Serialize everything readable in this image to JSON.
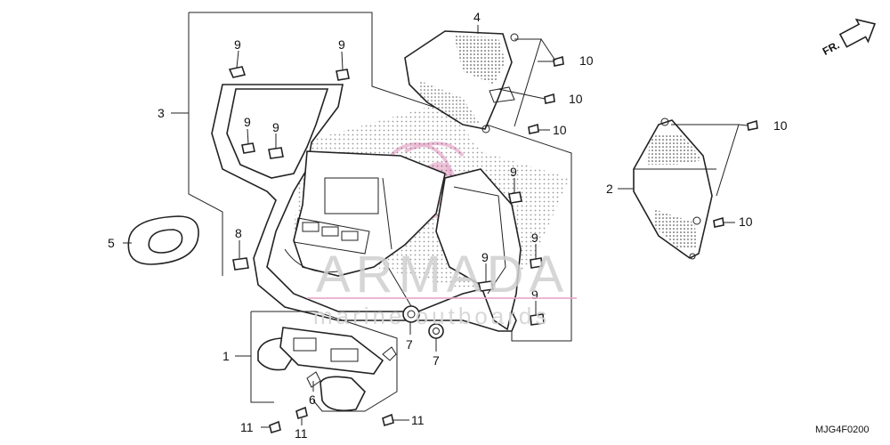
{
  "diagram": {
    "callouts": {
      "c1": "1",
      "c2": "2",
      "c3": "3",
      "c4": "4",
      "c5": "5",
      "c6": "6",
      "c7a": "7",
      "c7b": "7",
      "c8": "8",
      "c9a": "9",
      "c9b": "9",
      "c9c": "9",
      "c9d": "9",
      "c9e": "9",
      "c9f": "9",
      "c9g": "9",
      "c9h": "9",
      "c10a": "10",
      "c10b": "10",
      "c10c": "10",
      "c10d": "10",
      "c10e": "10",
      "c11a": "11",
      "c11b": "11",
      "c11c": "11"
    },
    "direction_label": "FR.",
    "diagram_code": "MJG4F0200"
  },
  "watermark": {
    "brand": "ARMADA",
    "tagline": "marine outboards",
    "accent_color": "#e8a6c8"
  }
}
